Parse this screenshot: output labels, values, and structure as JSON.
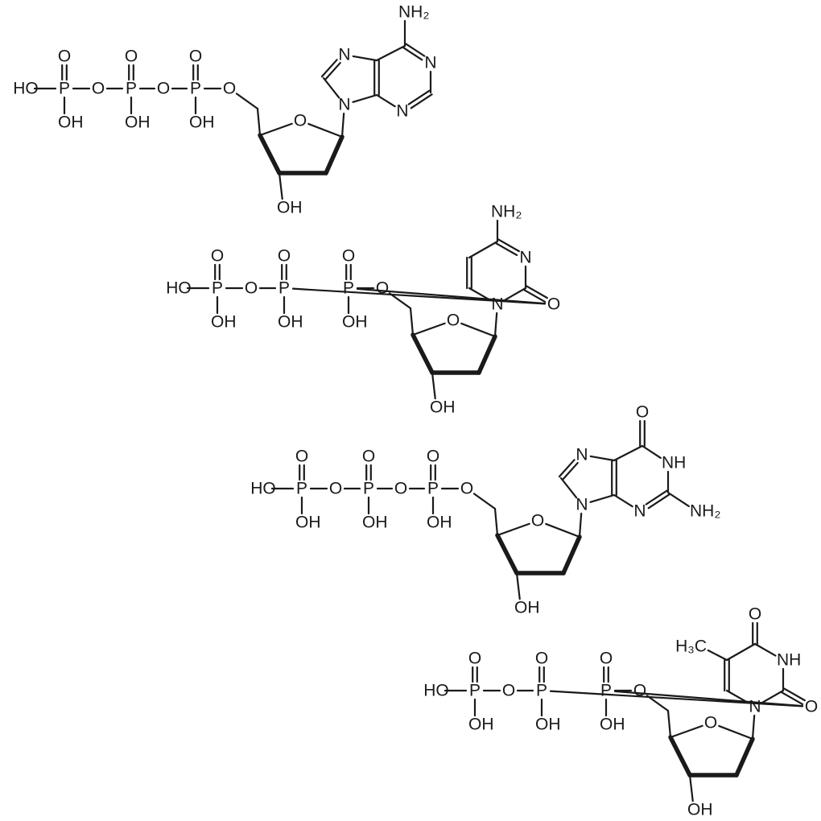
{
  "labels": {
    "hydroxyl_left": "HO",
    "hydroxyl": "OH",
    "phosphorus": "P",
    "oxygen": "O",
    "nitrogen": "N",
    "imine": "NH",
    "amine": "NH₂",
    "methyl": "H₃C"
  },
  "colors": {
    "ink": "#1a1a1a",
    "background": "#ffffff"
  }
}
